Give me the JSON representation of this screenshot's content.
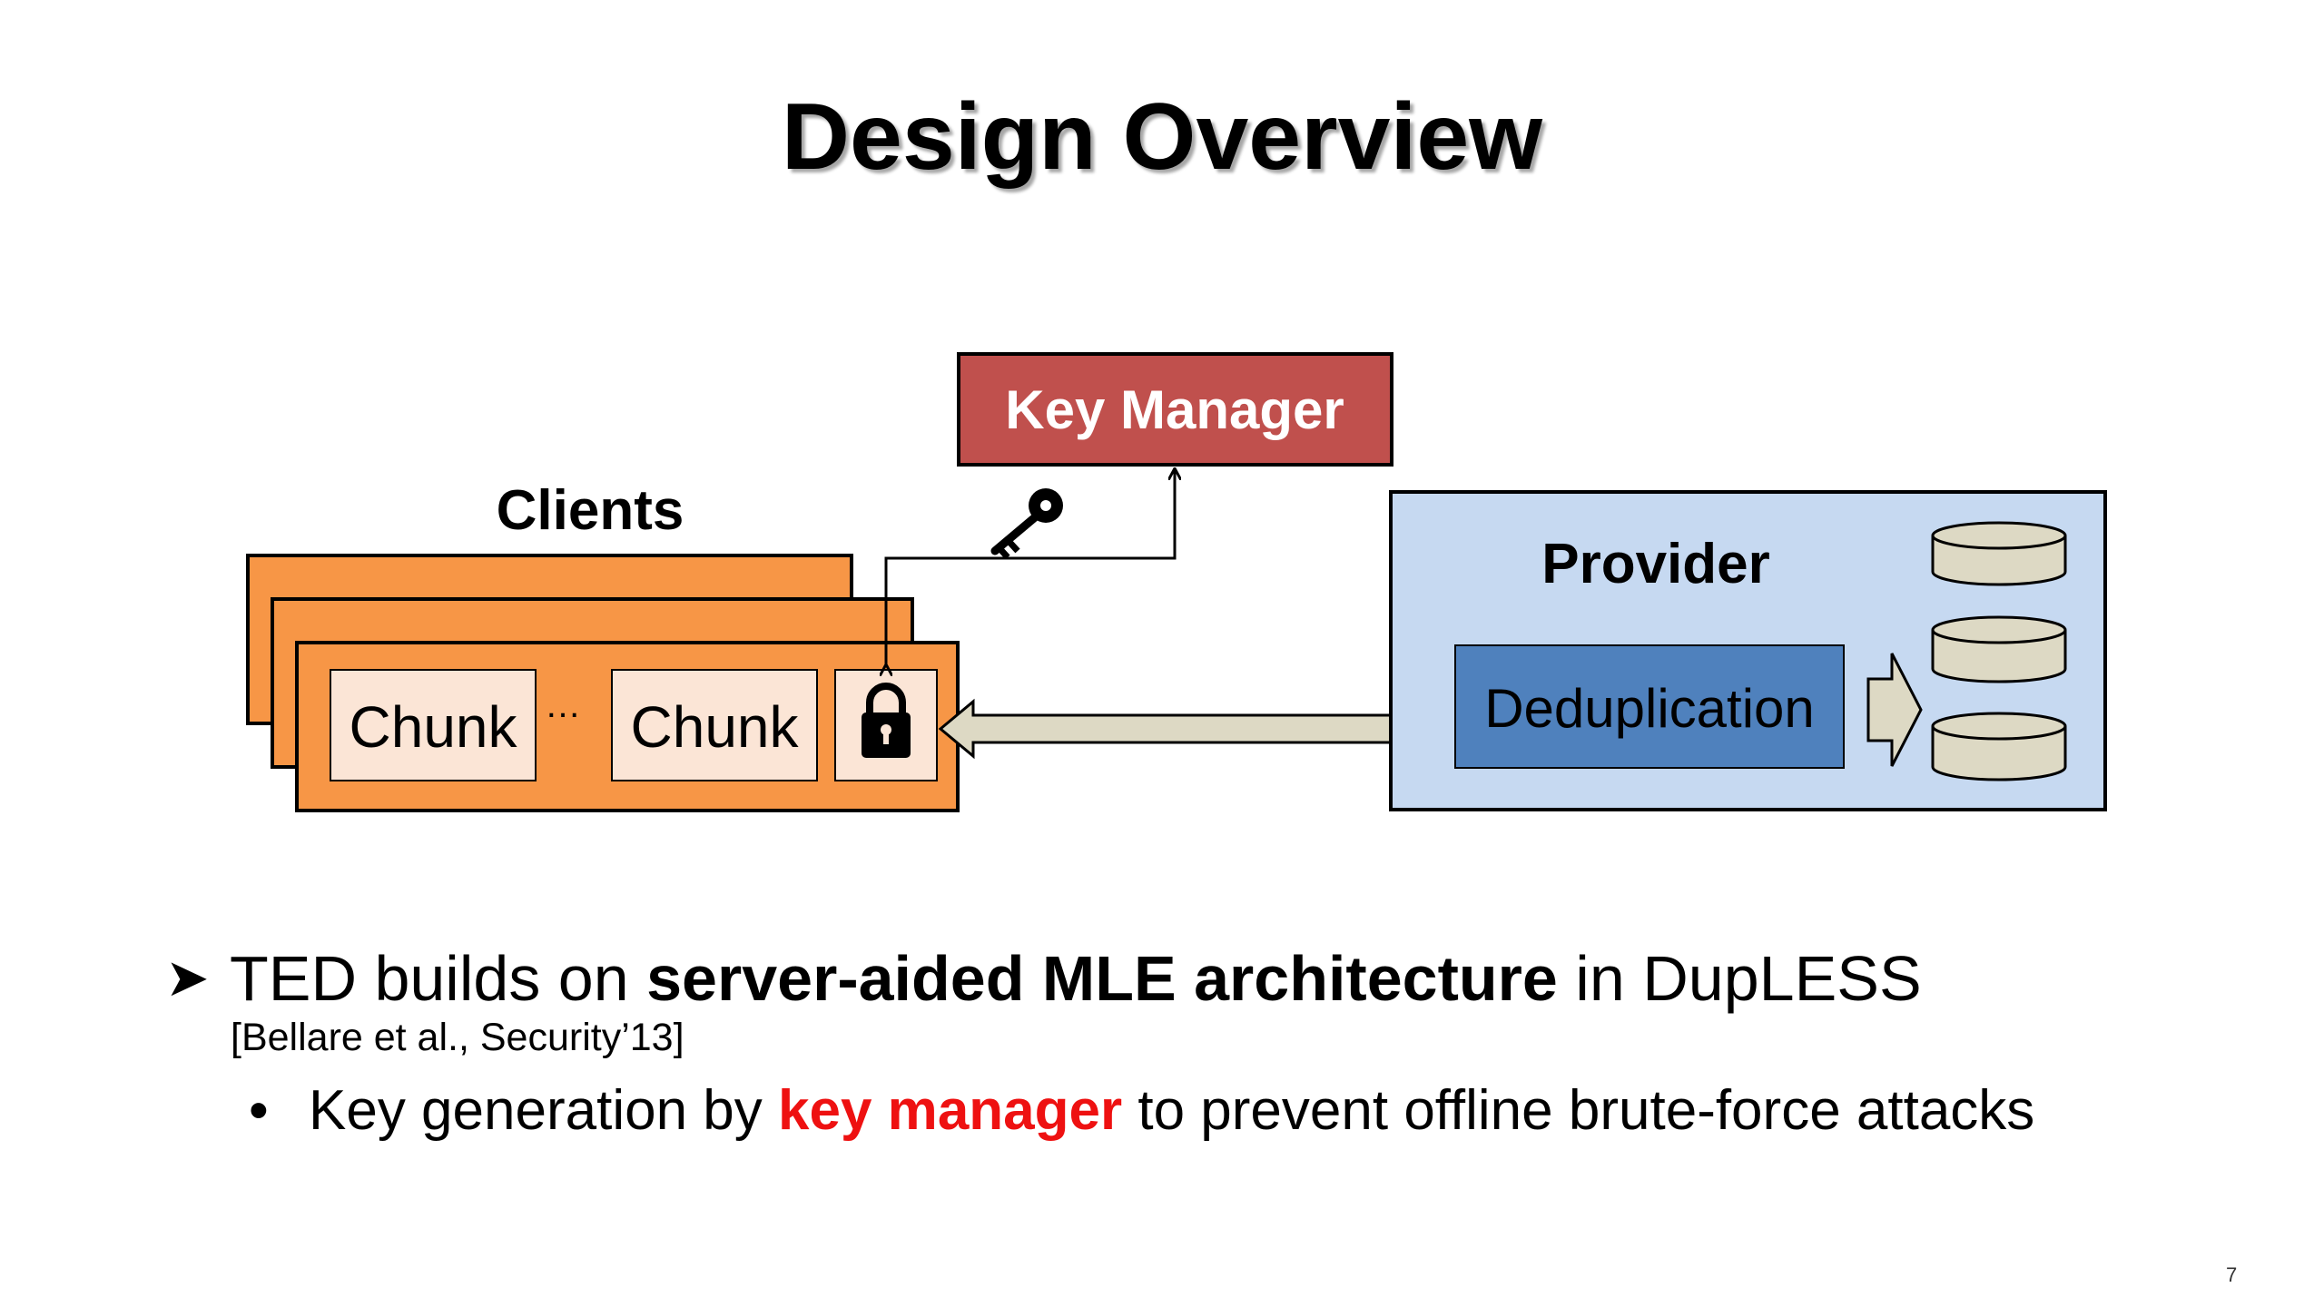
{
  "slide": {
    "title": "Design Overview",
    "page_number": "7"
  },
  "diagram": {
    "clients_label": "Clients",
    "chunk_label": "Chunk",
    "ellipsis": "…",
    "key_manager_label": "Key Manager",
    "provider_label": "Provider",
    "dedup_label": "Deduplication",
    "colors": {
      "client_orange": "#f79646",
      "chunk_fill": "#fbe5d6",
      "key_manager_red": "#c0504d",
      "provider_fill": "#c6d9f1",
      "dedup_blue": "#4f81bd",
      "arrow_fill": "#ddd9c4",
      "disk_fill": "#ddd9c4"
    },
    "icons": [
      "key-icon",
      "lock-icon",
      "database-icon"
    ]
  },
  "bullets": {
    "main": {
      "pre": "TED builds on ",
      "bold": "server-aided MLE architecture",
      "post": " in DupLESS"
    },
    "citation": "[Bellare et al., Security’13]",
    "sub": {
      "pre": "Key generation by ",
      "highlight": "key manager",
      "post": " to prevent offline brute-force attacks"
    }
  }
}
